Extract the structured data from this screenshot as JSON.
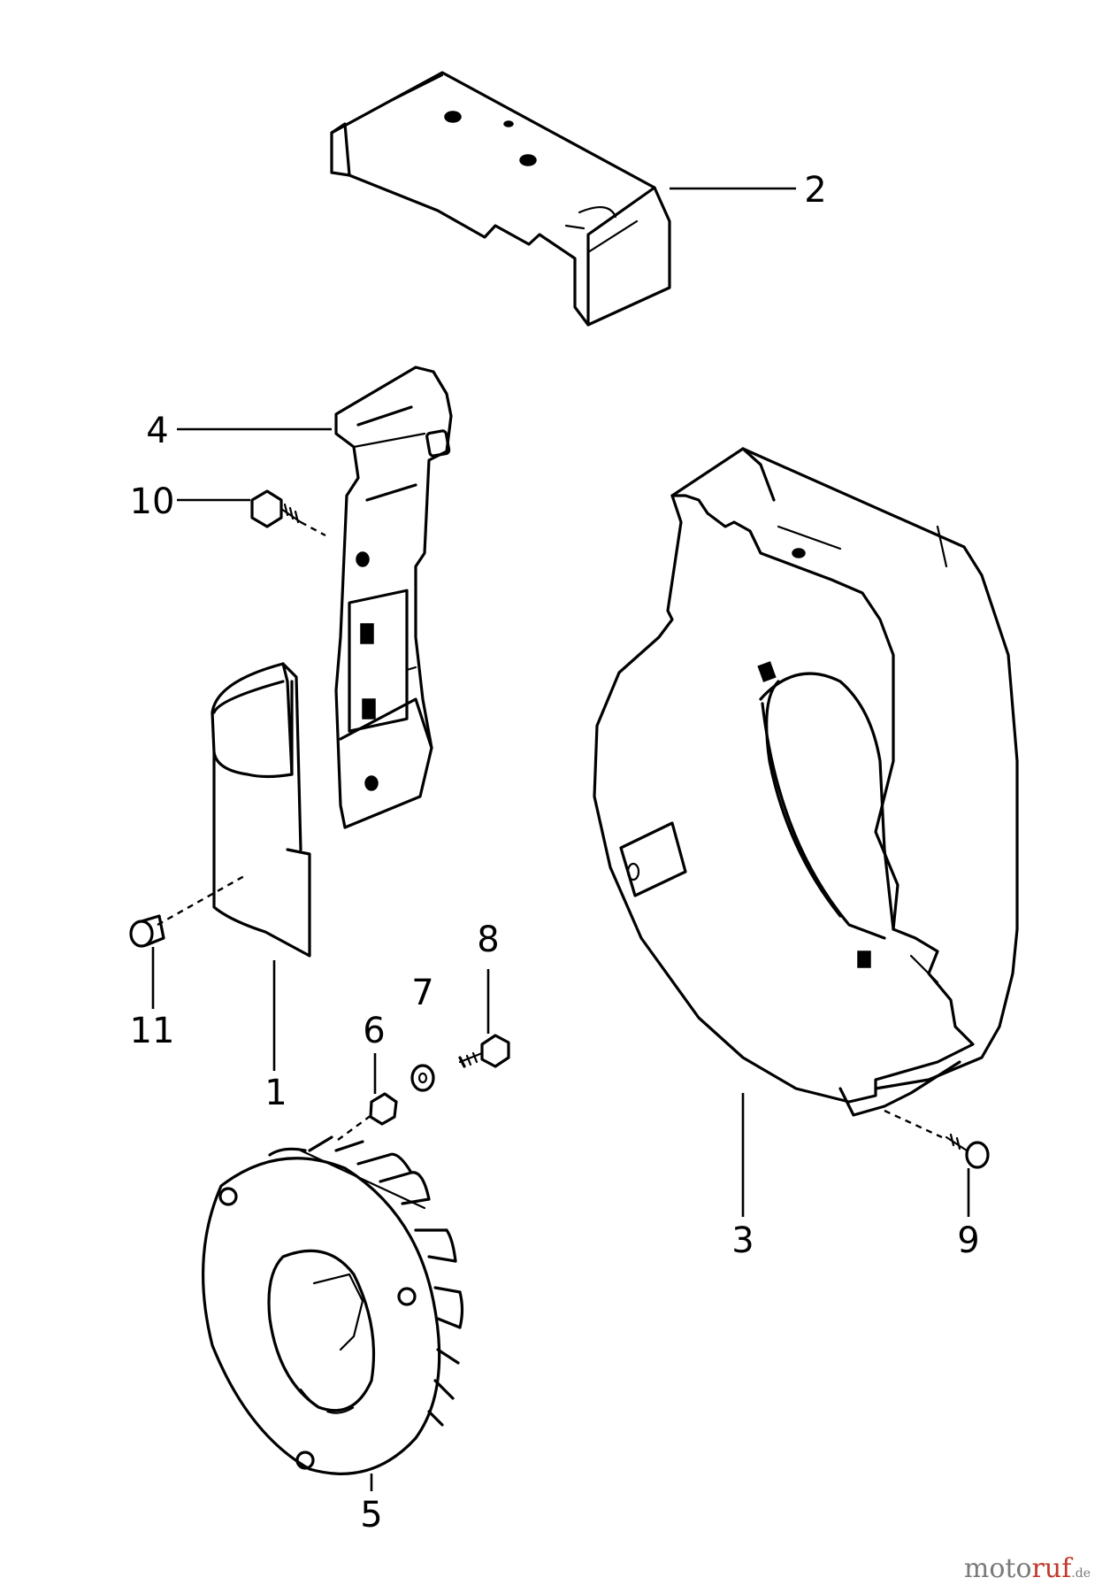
{
  "labels": {
    "p1": "1",
    "p2": "2",
    "p3": "3",
    "p4": "4",
    "p5": "5",
    "p6": "6",
    "p7": "7",
    "p8": "8",
    "p9": "9",
    "p10": "10",
    "p11": "11"
  },
  "watermark": {
    "part_a": "moto",
    "part_b": "ruf",
    "part_c": ".de"
  },
  "colors": {
    "line": "#000000",
    "background": "#ffffff",
    "watermark_gray": "#7a7a7a",
    "watermark_red": "#c0392b"
  }
}
